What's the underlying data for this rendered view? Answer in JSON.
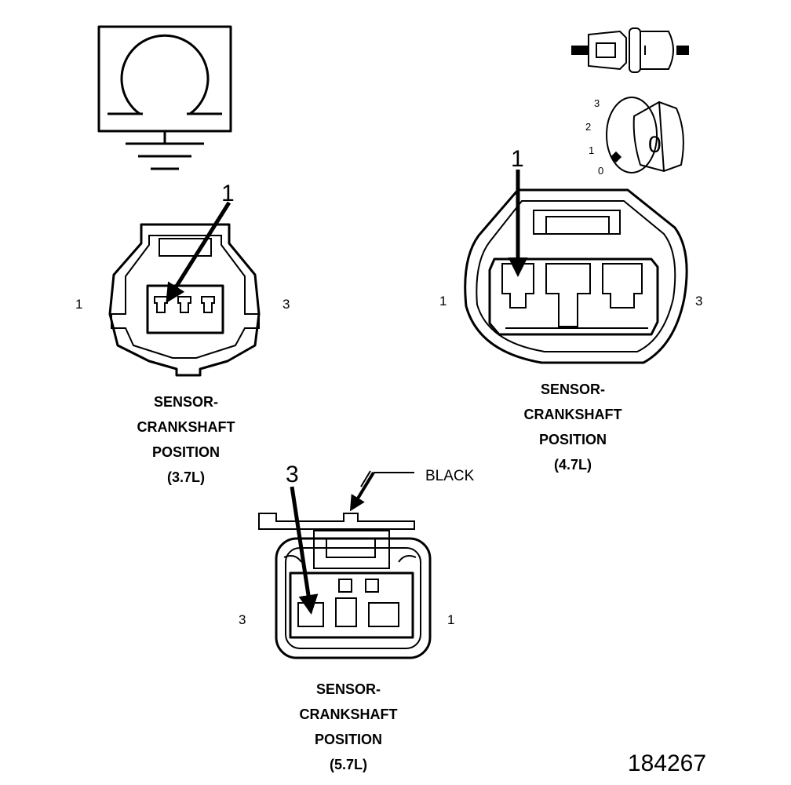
{
  "ground_symbol": {
    "icon": "omega-ground-icon"
  },
  "switch_legend": {
    "positions": [
      "3",
      "2",
      "1",
      "0"
    ],
    "knob_text": "0"
  },
  "connector_37": {
    "pin_left": "1",
    "pin_right": "3",
    "callout": "1",
    "caption": [
      "SENSOR-",
      "CRANKSHAFT",
      "POSITION",
      "(3.7L)"
    ]
  },
  "connector_47": {
    "pin_left": "1",
    "pin_right": "3",
    "callout": "1",
    "caption": [
      "SENSOR-",
      "CRANKSHAFT",
      "POSITION",
      "(4.7L)"
    ]
  },
  "connector_57": {
    "pin_left": "3",
    "pin_right": "1",
    "callout": "3",
    "color_label": "BLACK",
    "caption": [
      "SENSOR-",
      "CRANKSHAFT",
      "POSITION",
      "(5.7L)"
    ]
  },
  "figure_id": "184267"
}
